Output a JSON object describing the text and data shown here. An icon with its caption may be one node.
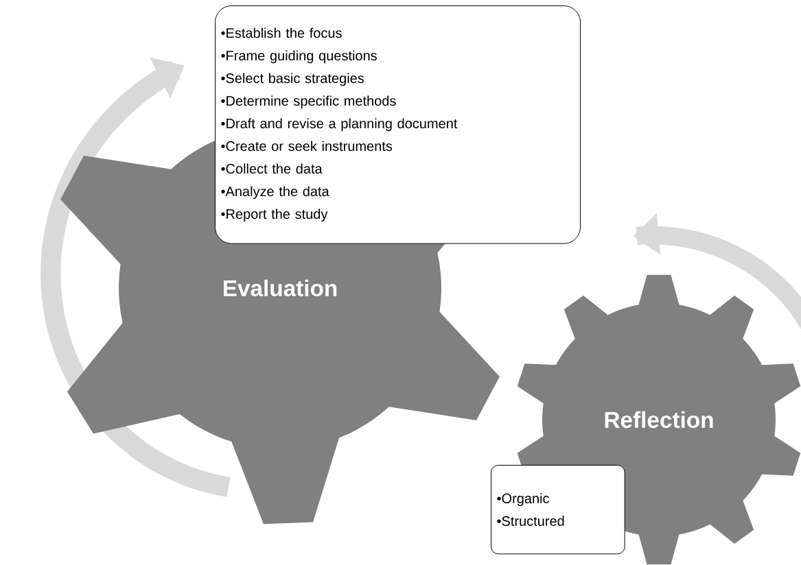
{
  "diagram": {
    "nodes": [
      {
        "text": [
          "Evaluation"
        ]
      },
      {
        "text": [
          "•Establish the focus",
          "•Frame guiding questions",
          "•Select basic strategies",
          "•Determine specific methods",
          "•Draft and revise a planning document",
          "•Create or seek instruments",
          "•Collect the data",
          "•Analyze the data",
          "•Report the study"
        ]
      },
      {
        "text": [
          "Reflection"
        ]
      },
      {
        "text": [
          "•Organic",
          "•Structured"
        ]
      }
    ]
  }
}
